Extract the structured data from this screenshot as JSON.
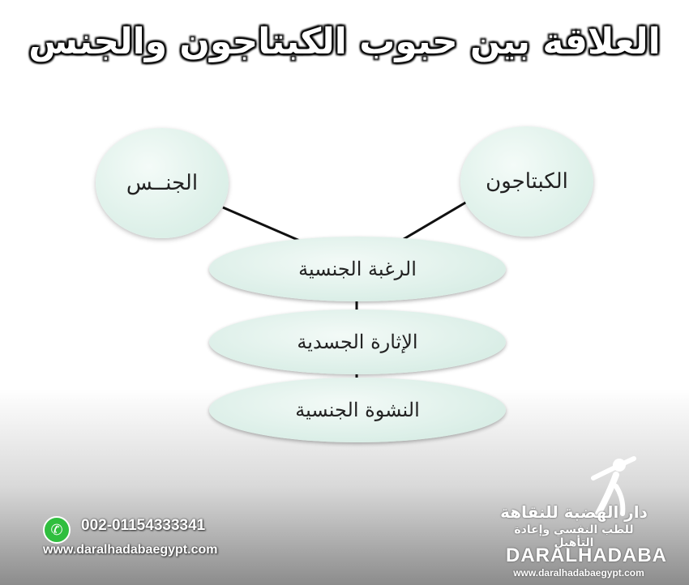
{
  "title": "العلاقة بين حبوب الكبتاجون والجنس",
  "diagram": {
    "left_circle": "الجنــس",
    "right_circle": "الكبتاجون",
    "stages": [
      "الرغبة الجنسية",
      "الإثارة الجسدية",
      "النشوة الجنسية"
    ]
  },
  "contact": {
    "phone": "002-01154333341",
    "website": "www.daralhadabaegypt.com",
    "whatsapp_icon": "whatsapp-icon"
  },
  "logo": {
    "arabic_line1": "دار الهضبة للنقاهة",
    "arabic_line2": "للطب النفسي وإعادة التأهيل",
    "english_name": "DARALHADABA",
    "url": "www.daralhadabaegypt.com"
  }
}
